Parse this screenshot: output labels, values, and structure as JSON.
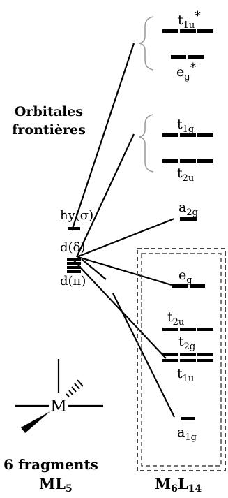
{
  "frontier_label": {
    "line1": "Orbitales",
    "line2": "frontières"
  },
  "fragment_levels": {
    "hy": "hy(σ)",
    "d_delta": "d(δ)",
    "d_pi": "d(π)"
  },
  "mo_levels": {
    "t1u_star": {
      "base": "t",
      "sub": "1u",
      "sup": "*"
    },
    "eg_star": {
      "base": "e",
      "sub": "g",
      "sup": "*"
    },
    "t1g": {
      "base": "t",
      "sub": "1g"
    },
    "t2u_top": {
      "base": "t",
      "sub": "2u"
    },
    "a2g": {
      "base": "a",
      "sub": "2g"
    },
    "eg": {
      "base": "e",
      "sub": "g"
    },
    "t2u": {
      "base": "t",
      "sub": "2u"
    },
    "t2g": {
      "base": "t",
      "sub": "2g"
    },
    "t1u": {
      "base": "t",
      "sub": "1u"
    },
    "a1g": {
      "base": "a",
      "sub": "1g"
    }
  },
  "fragment": {
    "metal": "M",
    "count_label": "6 fragments",
    "formula": {
      "base": "ML",
      "sub": "5"
    }
  },
  "complex": {
    "formula": {
      "m": "M",
      "m_sub": "6",
      "l": "L",
      "l_sub": "14"
    }
  }
}
